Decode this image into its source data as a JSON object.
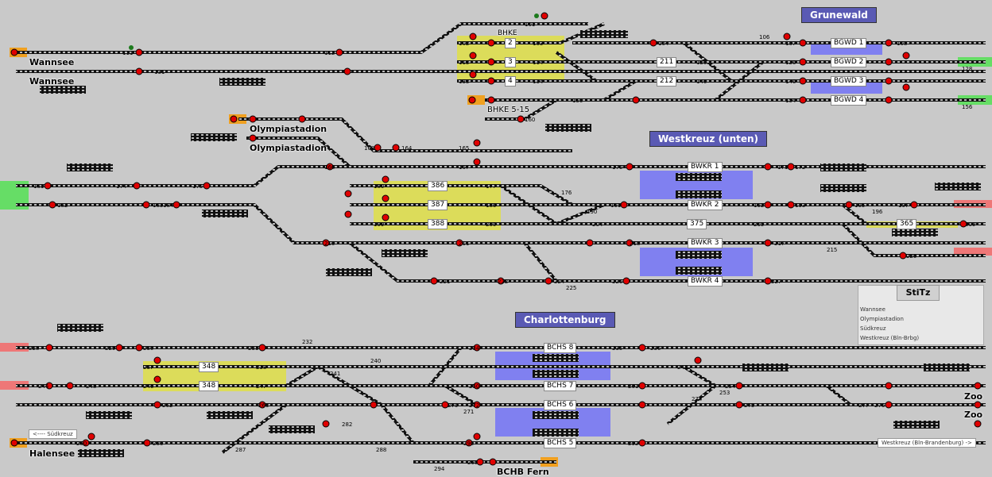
{
  "areas": {
    "grunewald": "Grunewald",
    "westkreuz": "Westkreuz (unten)",
    "charlottenburg": "Charlottenburg",
    "stitz": "StiTz"
  },
  "stations": {
    "wannsee_1": "Wannsee",
    "wannsee_2": "Wannsee",
    "olympia_1": "Olympiastadion",
    "olympia_2": "Olympiastadion",
    "halensee": "Halensee",
    "zoo_1": "Zoo",
    "zoo_2": "Zoo",
    "bchb": "BCHB Fern",
    "bhke": "BHKE",
    "bhke515": "BHKE 5-15"
  },
  "track_labels": {
    "bgwd1": "BGWD 1",
    "bgwd2": "BGWD 2",
    "bgwd3": "BGWD 3",
    "bgwd4": "BGWD 4",
    "bwkr1": "BWKR 1",
    "bwkr2": "BWKR 2",
    "bwkr3": "BWKR 3",
    "bwkr4": "BWKR 4",
    "bchs8": "BCHS 8",
    "bchs7": "BCHS 7",
    "bchs6": "BCHS 6",
    "bchs5": "BCHS 5",
    "t211": "211",
    "t212": "212",
    "t375": "375",
    "t365": "365",
    "t386": "386",
    "t387": "387",
    "t388": "388",
    "t348a": "348",
    "t348b": "348",
    "t2": "2",
    "t3": "3",
    "t4": "4"
  },
  "numbers": {
    "n101": "101",
    "n102": "102",
    "n103": "103",
    "n104": "104",
    "n106": "106",
    "n107": "107",
    "n108": "108",
    "n111": "111",
    "n112": "112",
    "n113": "113",
    "n114": "114",
    "n120": "120",
    "n126": "126",
    "n128": "128",
    "n131": "131",
    "n133": "133",
    "n134": "134",
    "n140": "140",
    "n146": "146",
    "n150": "150",
    "n154": "154",
    "n156": "156",
    "n160": "160",
    "n163": "163",
    "n164": "164",
    "n165": "165",
    "n166": "166",
    "n167": "167",
    "n170": "170",
    "n171": "171",
    "n172": "172",
    "n174": "174",
    "n175": "175",
    "n176": "176",
    "n177": "177",
    "n180": "180",
    "n181": "181",
    "n182": "182",
    "n183": "183",
    "n184": "184",
    "n186": "186",
    "n190": "190",
    "n191": "191",
    "n192": "192",
    "n193": "193",
    "n195": "195",
    "n196": "196",
    "n197": "197",
    "n199": "199",
    "n200": "200",
    "n204": "204",
    "n205": "205",
    "n209": "209",
    "n210": "210",
    "n211": "211",
    "n215": "215",
    "n217": "217",
    "n218": "218",
    "n220": "220",
    "n221": "221",
    "n222": "222",
    "n224": "224",
    "n225": "225",
    "n226": "226",
    "n227": "227",
    "n228": "228",
    "n229": "229",
    "n230": "230",
    "n231": "231",
    "n232": "232",
    "n234": "234",
    "n235": "235",
    "n236": "236",
    "n237": "237",
    "n238": "238",
    "n240": "240",
    "n241": "241",
    "n243": "243",
    "n244": "244",
    "n246": "246",
    "n247": "247",
    "n248": "248",
    "n250": "250",
    "n253": "253",
    "n254": "254",
    "n261": "261",
    "n262": "262",
    "n263": "263",
    "n270": "270",
    "n271": "271",
    "n272": "272",
    "n274": "274",
    "n276": "276",
    "n277": "277",
    "n279": "279",
    "n280": "280",
    "n282": "282",
    "n286": "286",
    "n287": "287",
    "n288": "288",
    "n290": "290",
    "n292": "292",
    "n294": "294",
    "n295": "295"
  },
  "panel": {
    "legend": [
      "Wannsee",
      "Olympiastadion",
      "Südkreuz",
      "Westkreuz (Bln-Brbg)"
    ]
  },
  "nav": {
    "suedkreuz": "<---- Südkreuz",
    "westkreuz_bb": "Westkreuz (Bln-Brandenburg) ->"
  },
  "colors": {
    "background": "#c9c9c9",
    "track": "#1a1a1a",
    "signal_red": "#e00000",
    "signal_green": "#1d7a1d",
    "platform_yellow": "#dcdc5a",
    "platform_blue": "#8080f0",
    "area_title": "#5a5ab4",
    "exit_green": "#66dd66",
    "exit_red": "#ee7777",
    "exit_orange": "#f0a020"
  }
}
